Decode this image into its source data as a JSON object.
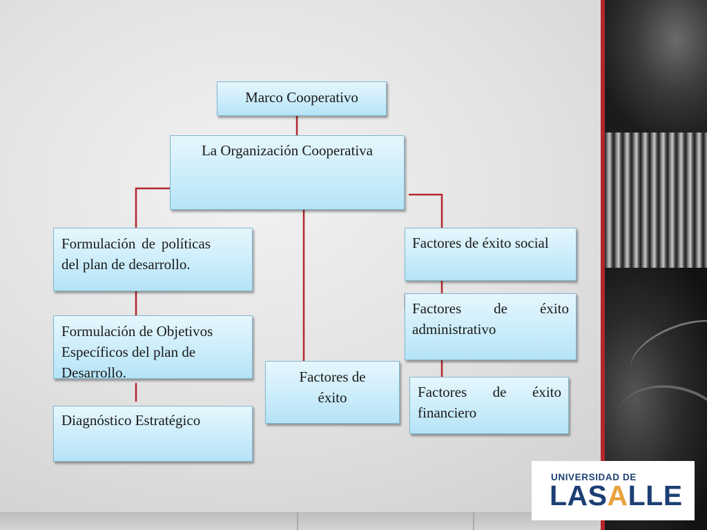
{
  "diagram": {
    "nodes": {
      "marco": "Marco Cooperativo",
      "organizacion": "La Organización Cooperativa",
      "politicas": " Formulación de políticas del plan de desarrollo.",
      "objetivos": " Formulación de Objetivos Específicos del plan de Desarrollo.",
      "diagnostico": "Diagnóstico Estratégico",
      "factores": "Factores de éxito",
      "social": "Factores de éxito social",
      "administrativo": "Factores de éxito administrativo",
      "financiero": "Factores de éxito financiero"
    }
  },
  "logo": {
    "top": "UNIVERSIDAD DE",
    "main_a": "LA",
    "main_b": "S",
    "main_accent": "A",
    "main_c": "LLE"
  },
  "colors": {
    "connector": "#b3262c",
    "box_border": "#7fb7cf",
    "logo_blue": "#1c3f73",
    "logo_accent": "#e8a33d"
  }
}
